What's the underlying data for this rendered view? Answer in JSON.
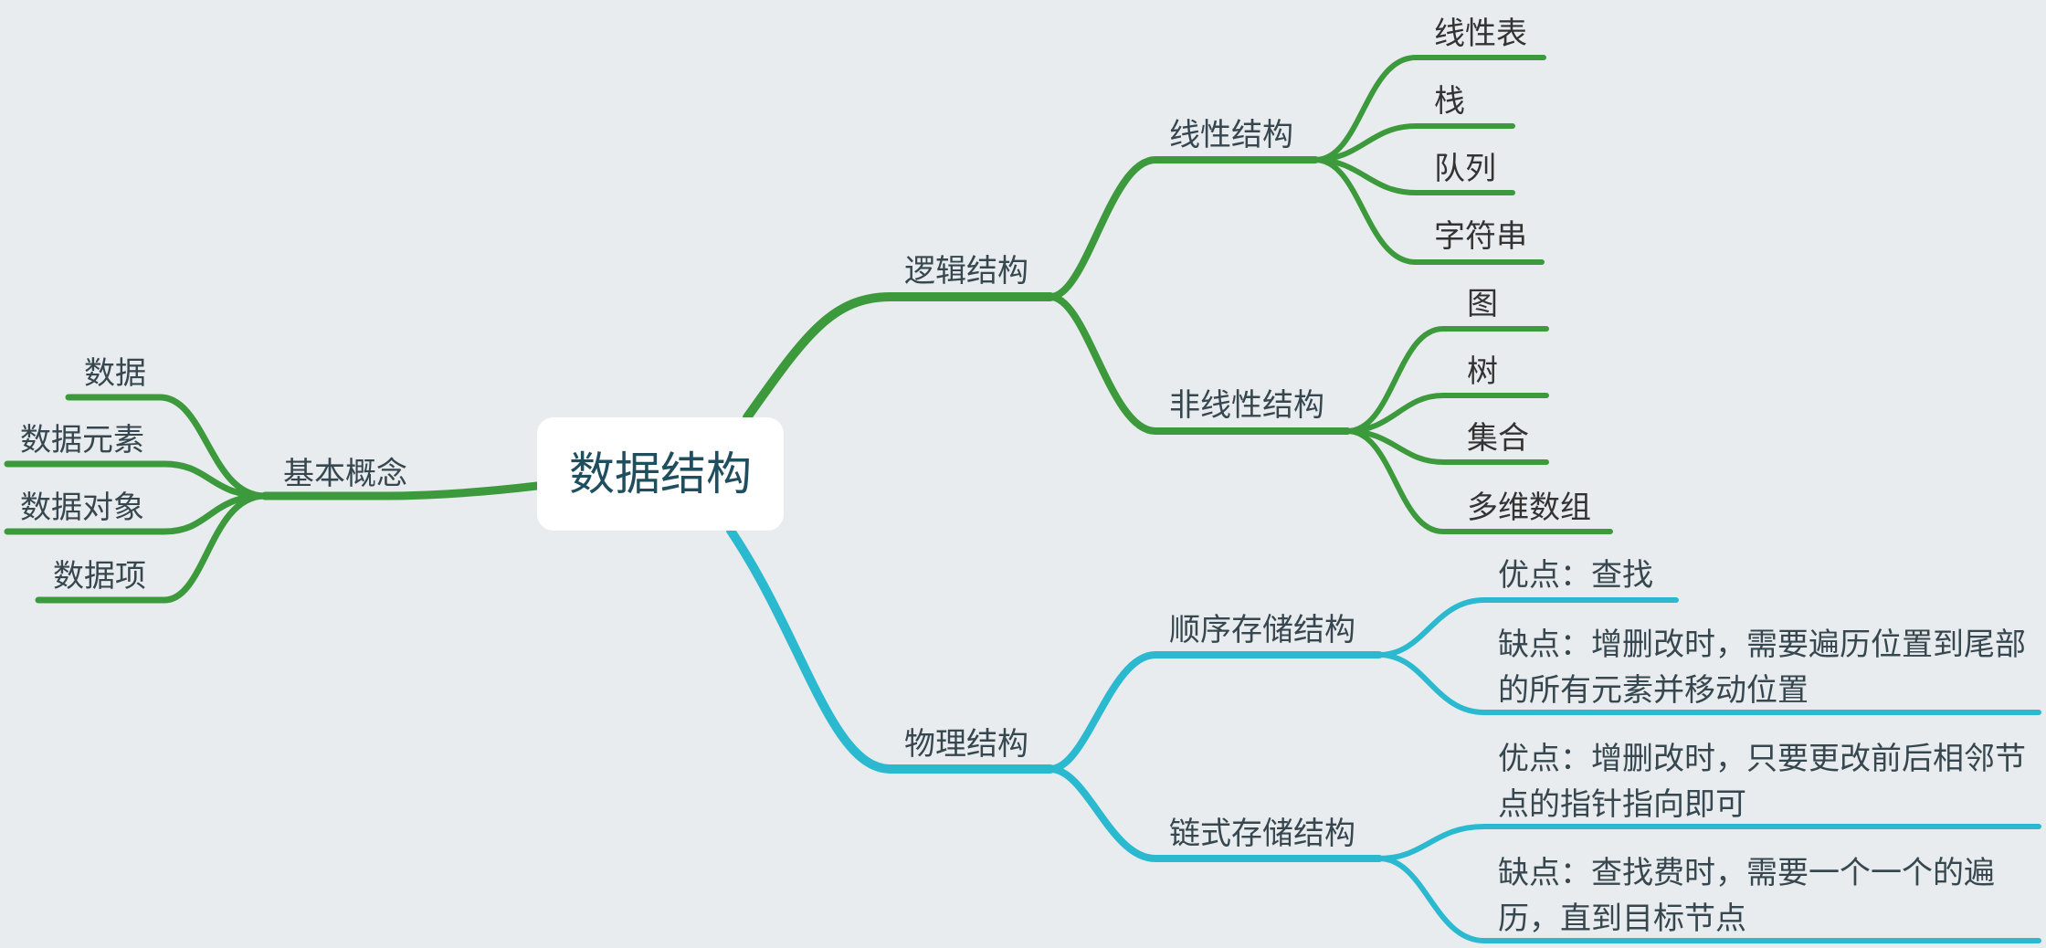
{
  "mindmap": {
    "root": "数据结构",
    "branches": {
      "basic": {
        "label": "基本概念",
        "children": [
          "数据",
          "数据元素",
          "数据对象",
          "数据项"
        ]
      },
      "logical": {
        "label": "逻辑结构",
        "linear": {
          "label": "线性结构",
          "children": [
            "线性表",
            "栈",
            "队列",
            "字符串"
          ]
        },
        "nonlinear": {
          "label": "非线性结构",
          "children": [
            "图",
            "树",
            "集合",
            "多维数组"
          ]
        }
      },
      "physical": {
        "label": "物理结构",
        "sequential": {
          "label": "顺序存储结构",
          "pro": "优点：查找",
          "con": "缺点：增删改时，需要遍历位置到尾部的所有元素并移动位置"
        },
        "linked": {
          "label": "链式存储结构",
          "pro": "优点：增删改时，只要更改前后相邻节点的指针指向即可",
          "con": "缺点：查找费时，需要一个一个的遍历，直到目标节点"
        }
      }
    },
    "colors": {
      "background": "#e8ecef",
      "green_branch": "#3c9a3c",
      "cyan_branch": "#2bb9d0",
      "root_box": "#ffffff",
      "root_text": "#1f4e5f",
      "label_text": "#37474f"
    }
  }
}
